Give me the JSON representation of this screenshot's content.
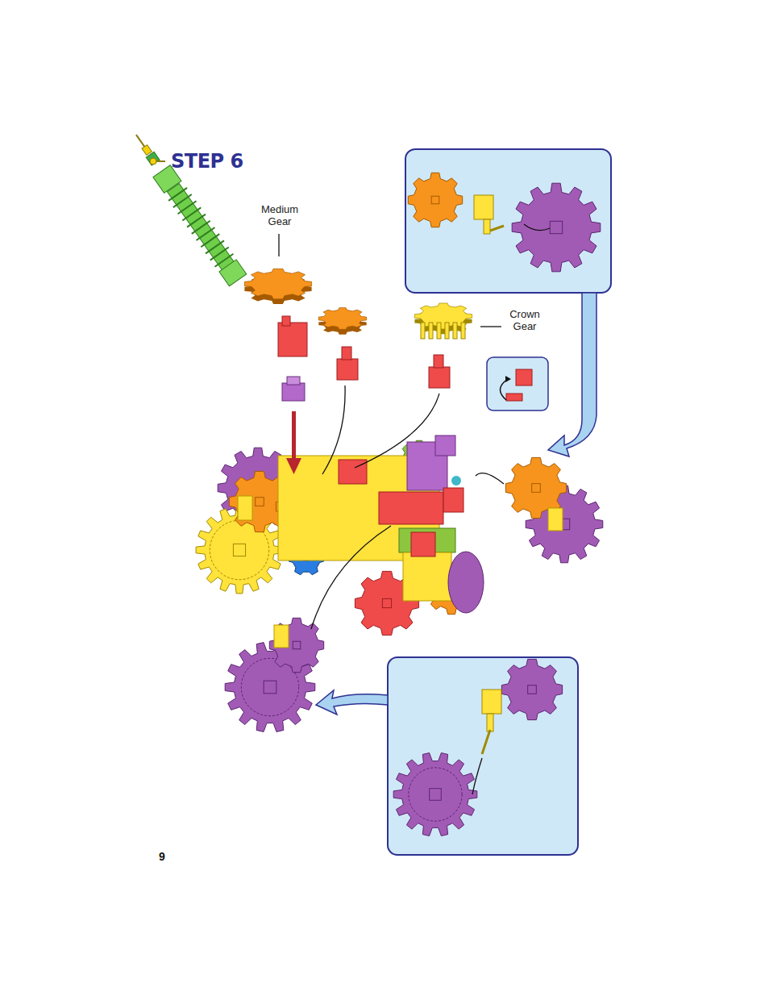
{
  "diagram": {
    "title": "STEP 6",
    "labels": [
      "Medium Gear",
      "Crown Gear",
      "9"
    ]
  }
}
